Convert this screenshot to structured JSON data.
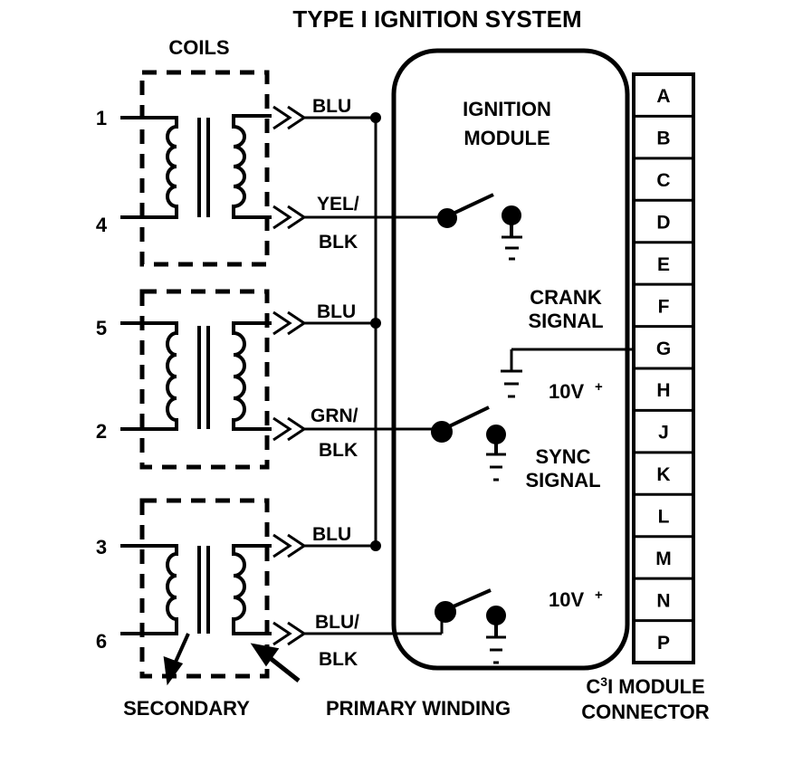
{
  "title": "TYPE I IGNITION SYSTEM",
  "labels": {
    "coils": "COILS",
    "module_line1": "IGNITION",
    "module_line2": "MODULE",
    "crank_line1": "CRANK",
    "crank_line2": "SIGNAL",
    "sync_line1": "SYNC",
    "sync_line2": "SIGNAL",
    "volt_1": "10V",
    "volt_2": "10V",
    "plus": "+",
    "secondary": "SECONDARY",
    "primary_winding": "PRIMARY WINDING",
    "connector_line1_pre": "C",
    "connector_line1_sup": "3",
    "connector_line1_post": "I MODULE",
    "connector_line2": "CONNECTOR"
  },
  "cylinders": [
    "1",
    "4",
    "5",
    "2",
    "3",
    "6"
  ],
  "wires": {
    "blu": "BLU",
    "yel_blk_1": "YEL/",
    "yel_blk_2": "BLK",
    "grn_blk_1": "GRN/",
    "grn_blk_2": "BLK",
    "blu_blk_1": "BLU/",
    "blu_blk_2": "BLK"
  },
  "connector_pins": [
    "A",
    "B",
    "C",
    "D",
    "E",
    "F",
    "G",
    "H",
    "J",
    "K",
    "L",
    "M",
    "N",
    "P"
  ],
  "colors": {
    "ink": "#000000",
    "background": "#ffffff"
  }
}
